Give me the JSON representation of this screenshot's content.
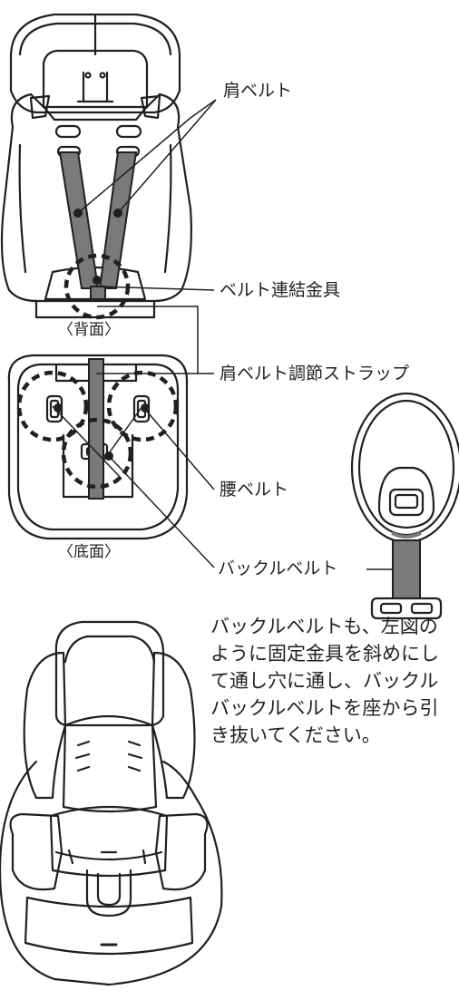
{
  "labels": {
    "shoulder_belt": "肩ベルト",
    "belt_connector": "ベルト連結金具",
    "shoulder_adjust_strap": "肩ベルト調節ストラップ",
    "lap_belt": "腰ベルト",
    "buckle_belt": "バックルベルト"
  },
  "captions": {
    "back": "〈背面〉",
    "bottom": "〈底面〉"
  },
  "instructions": {
    "lines": [
      "バックルベルトも、左図の",
      "ように固定金具を斜めにし",
      "て通し穴に通し、バックル",
      "バックルベルトを座から引",
      "き抜いてください。"
    ]
  },
  "colors": {
    "line": "#231f20",
    "belt": "#7a7a7a",
    "belt_dark": "#555555"
  }
}
